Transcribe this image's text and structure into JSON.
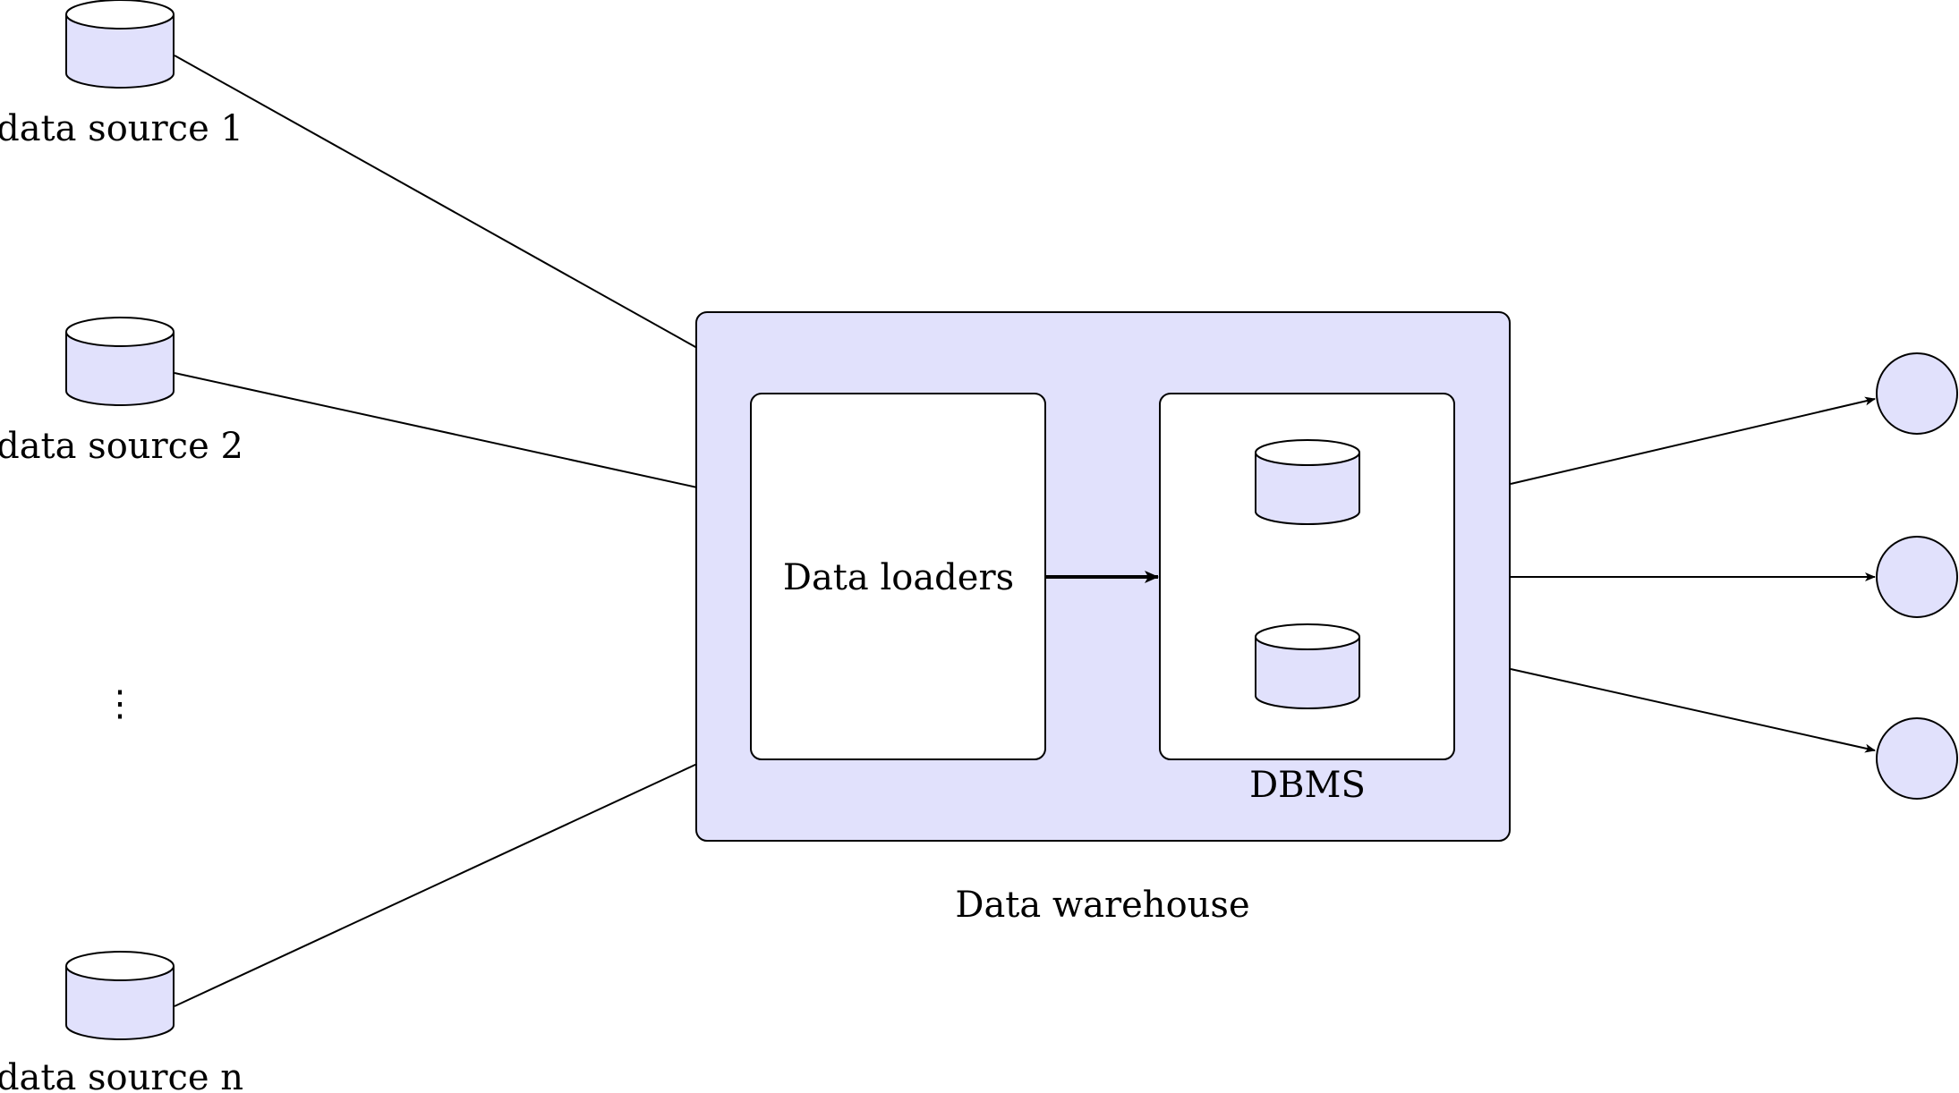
{
  "colors": {
    "fill": "#e1e1fc",
    "stroke": "#000000",
    "inner_box": "#ffffff"
  },
  "sources": [
    {
      "label": "data source 1",
      "icon": "database-cylinder-icon"
    },
    {
      "label": "data source 2",
      "icon": "database-cylinder-icon"
    },
    {
      "label": "data source n",
      "icon": "database-cylinder-icon"
    }
  ],
  "ellipsis": "⋮",
  "warehouse": {
    "label": "Data warehouse",
    "loaders": {
      "label": "Data loaders"
    },
    "dbms": {
      "label": "DBMS",
      "icons": [
        "database-cylinder-icon",
        "database-cylinder-icon"
      ]
    }
  },
  "outputs": [
    {
      "icon": "output-circle-icon"
    },
    {
      "icon": "output-circle-icon"
    },
    {
      "icon": "output-circle-icon"
    }
  ]
}
